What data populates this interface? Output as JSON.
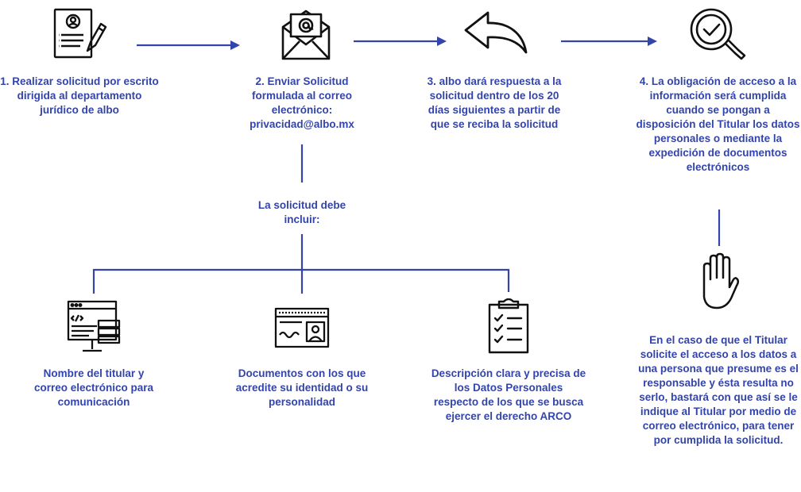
{
  "steps": [
    {
      "number": "1.",
      "text": "Realizar solicitud por escrito dirigida al departamento jurídico de albo",
      "icon": "document-pen-icon"
    },
    {
      "number": "2.",
      "text": "Enviar Solicitud formulada al correo electrónico: privacidad@albo.mx",
      "icon": "email-envelope-icon"
    },
    {
      "number": "3.",
      "text": "albo dará respuesta a la solicitud dentro de los 20 días siguientes a partir de que se reciba la solicitud",
      "icon": "reply-arrow-icon"
    },
    {
      "number": "4.",
      "text": "La obligación de acceso a la información será cumplida cuando se pongan a disposición del Titular los datos personales o mediante la expedición de documentos electrónicos",
      "icon": "magnifier-check-icon"
    }
  ],
  "branch_heading": "La solicitud debe incluir:",
  "requirements": [
    {
      "text": "Nombre del titular y correo electrónico para comunicación",
      "icon": "code-window-icon"
    },
    {
      "text": "Documentos con los que acredite su identidad o su personalidad",
      "icon": "id-card-icon"
    },
    {
      "text": "Descripción clara y precisa de los Datos Personales respecto de los que se busca ejercer el derecho ARCO",
      "icon": "checklist-clipboard-icon"
    }
  ],
  "note": {
    "text": "En el caso de que el Titular solicite el acceso a los datos a una persona que presume es el responsable y ésta resulta no serlo, bastará con que así se le indique al Titular por medio de correo electrónico, para tener por cumplida la solicitud.",
    "icon": "stop-hand-icon"
  },
  "colors": {
    "accent": "#3344aa",
    "icon_stroke": "#111111"
  }
}
